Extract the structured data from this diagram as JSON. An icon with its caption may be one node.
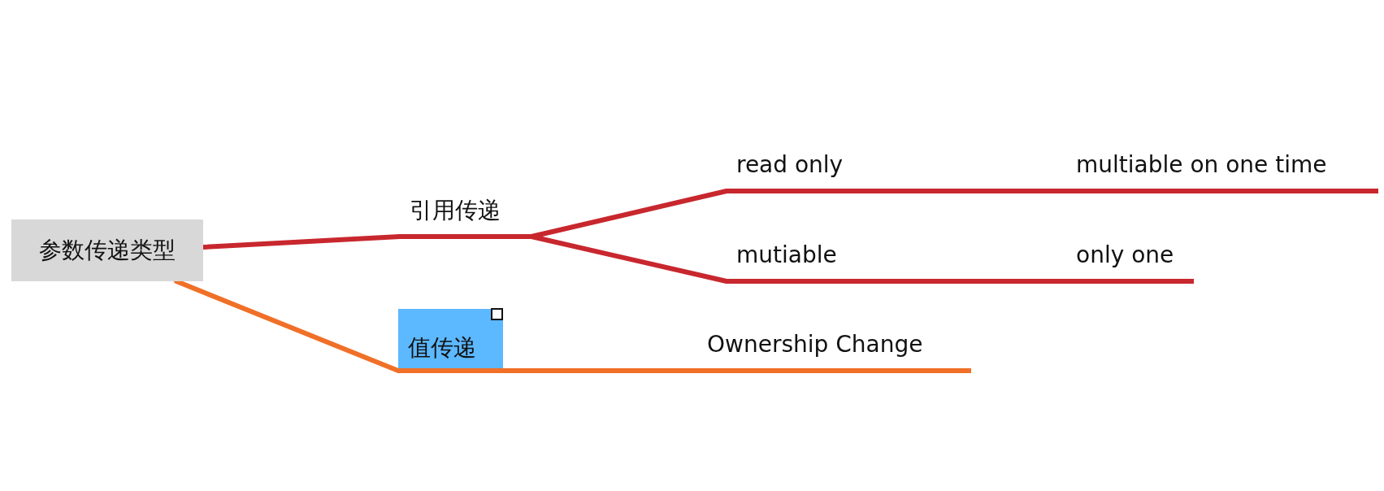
{
  "diagram": {
    "nodes": [
      {
        "text": [
          "参数传递类型"
        ]
      },
      {
        "text": [
          "引用传递"
        ]
      },
      {
        "text": [
          "read only"
        ]
      },
      {
        "text": [
          "multiable on one time"
        ]
      },
      {
        "text": [
          "mutiable"
        ]
      },
      {
        "text": [
          "only one"
        ]
      },
      {
        "text": [
          "值传递"
        ]
      },
      {
        "text": [
          "Ownership Change"
        ]
      }
    ],
    "edges": [
      {
        "from": 0,
        "to": 1,
        "arrow": "none"
      },
      {
        "from": 1,
        "to": 2,
        "arrow": "none"
      },
      {
        "from": 2,
        "to": 3,
        "arrow": "none"
      },
      {
        "from": 1,
        "to": 4,
        "arrow": "none"
      },
      {
        "from": 4,
        "to": 5,
        "arrow": "none"
      },
      {
        "from": 0,
        "to": 6,
        "arrow": "none",
        "color": "#f07028"
      },
      {
        "from": 6,
        "to": 7,
        "arrow": "none",
        "color": "#f07028"
      }
    ]
  }
}
